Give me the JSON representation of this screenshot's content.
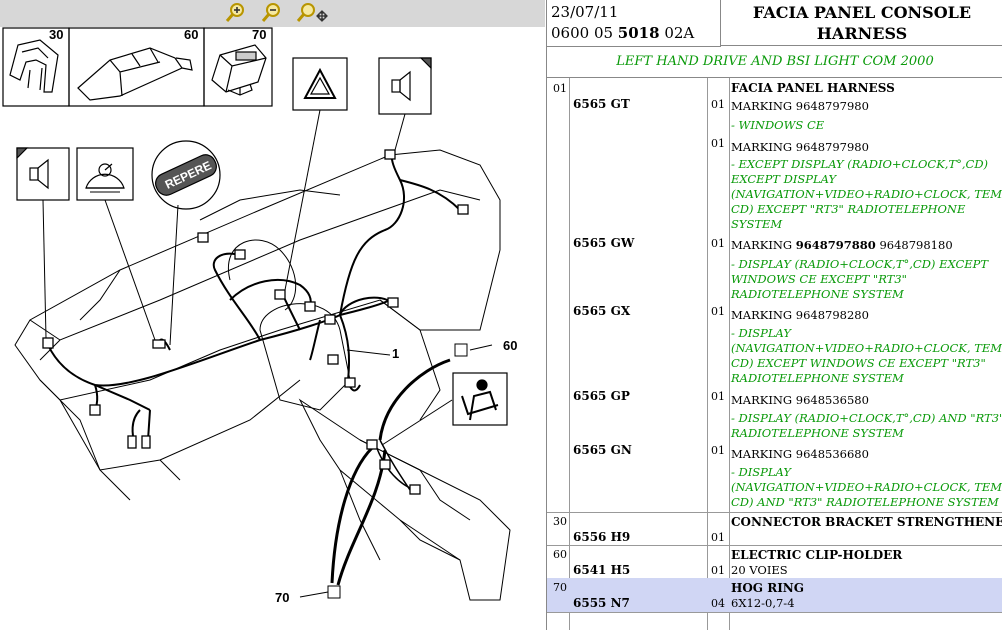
{
  "toolbar": {
    "zoom_in_icon": "zoom-in-icon",
    "zoom_out_icon": "zoom-out-icon",
    "pan_zoom_icon": "pan-zoom-icon"
  },
  "diagram": {
    "callouts": {
      "c30": "30",
      "c60_top": "60",
      "c70_top": "70",
      "c1": "1",
      "c60": "60",
      "c70": "70"
    },
    "repere_label": "REPERE"
  },
  "header": {
    "date": "23/07/11",
    "code_prefix": "0600 05 ",
    "code_bold": "5018",
    "code_suffix": " 02A",
    "title_line1": "FACIA PANEL CONSOLE",
    "title_line2": "HARNESS",
    "subtitle": "LEFT HAND DRIVE AND BSI LIGHT COM 2000"
  },
  "parts": {
    "r01": {
      "ref": "01",
      "title": "FACIA PANEL HARNESS",
      "entries": [
        {
          "part": "6565 GT",
          "qty": "01",
          "marking": "MARKING 9648797980",
          "note": [
            "- WINDOWS CE"
          ]
        },
        {
          "part": "",
          "qty": "01",
          "marking": "MARKING 9648797980",
          "note": [
            "- EXCEPT DISPLAY (RADIO+CLOCK,T°,CD)",
            "EXCEPT DISPLAY",
            "(NAVIGATION+VIDEO+RADIO+CLOCK, TEMP,",
            "CD) EXCEPT \"RT3\" RADIOTELEPHONE",
            "SYSTEM"
          ]
        },
        {
          "part": "6565 GW",
          "qty": "01",
          "marking_label": "MARKING ",
          "marking_bold": "9648797880",
          "marking_rest": " 9648798180",
          "note": [
            "- DISPLAY (RADIO+CLOCK,T°,CD) EXCEPT",
            "WINDOWS CE EXCEPT \"RT3\"",
            "RADIOTELEPHONE SYSTEM"
          ]
        },
        {
          "part": "6565 GX",
          "qty": "01",
          "marking": "MARKING 9648798280",
          "note": [
            "- DISPLAY",
            "(NAVIGATION+VIDEO+RADIO+CLOCK, TEMP,",
            "CD) EXCEPT WINDOWS CE EXCEPT \"RT3\"",
            "RADIOTELEPHONE SYSTEM"
          ]
        },
        {
          "part": "6565 GP",
          "qty": "01",
          "marking": "MARKING 9648536580",
          "note": [
            "- DISPLAY (RADIO+CLOCK,T°,CD) AND \"RT3\"",
            "RADIOTELEPHONE SYSTEM"
          ]
        },
        {
          "part": "6565 GN",
          "qty": "01",
          "marking": "MARKING 9648536680",
          "note": [
            "- DISPLAY",
            "(NAVIGATION+VIDEO+RADIO+CLOCK, TEMP,",
            "CD) AND \"RT3\" RADIOTELEPHONE SYSTEM"
          ]
        }
      ]
    },
    "r30": {
      "ref": "30",
      "part": "6556 H9",
      "qty": "01",
      "title": "CONNECTOR BRACKET STRENGTHENER",
      "detail": ""
    },
    "r60": {
      "ref": "60",
      "part": "6541 H5",
      "qty": "01",
      "title": "ELECTRIC CLIP-HOLDER",
      "detail": "20 VOIES"
    },
    "r70": {
      "ref": "70",
      "part": "6555 N7",
      "qty": "04",
      "title": "HOG RING",
      "detail": "6X12-0,7-4"
    }
  }
}
